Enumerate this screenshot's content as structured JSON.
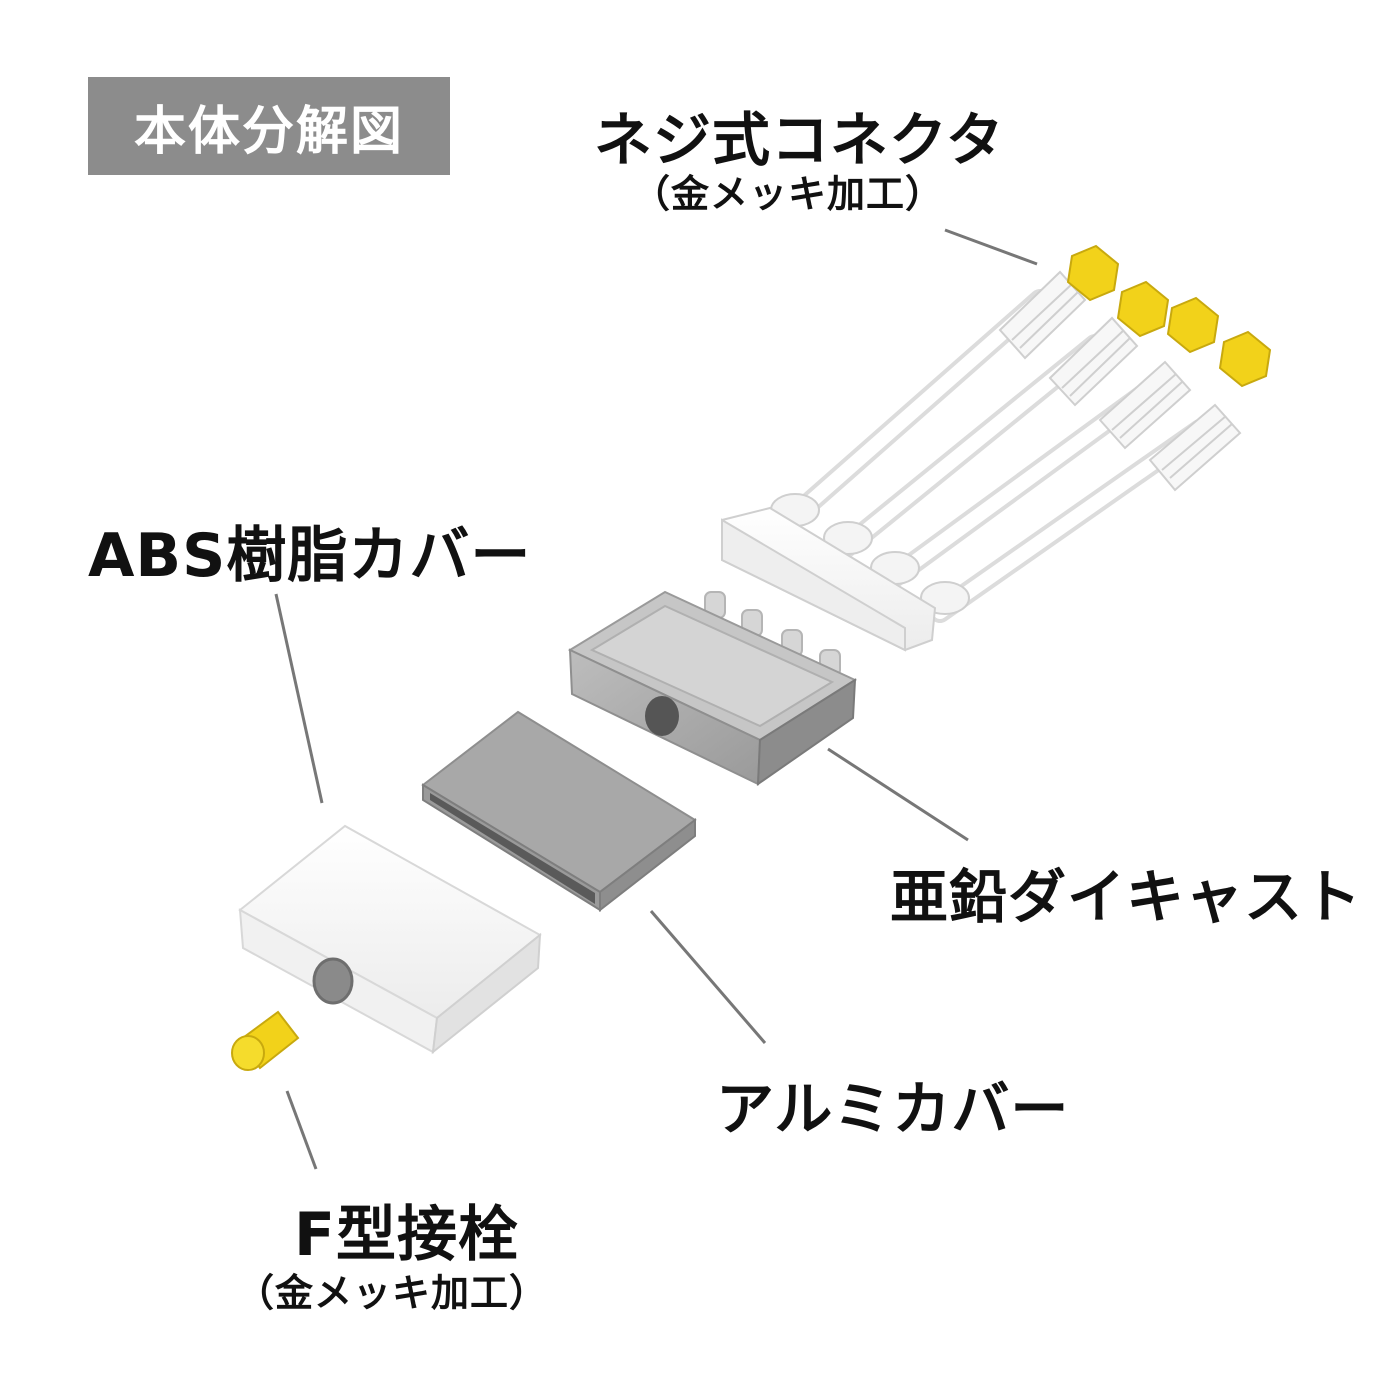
{
  "title": "本体分解図",
  "labels": {
    "screw_connector": "ネジ式コネクタ",
    "screw_connector_note": "（金メッキ加工）",
    "abs_cover": "ABS樹脂カバー",
    "zinc_diecast": "亜鉛ダイキャスト",
    "aluminum_cover": "アルミカバー",
    "f_plug": "F型接栓",
    "f_plug_note": "（金メッキ加工）"
  },
  "colors": {
    "title_bg": "#8c8c8c",
    "gold": "#f2d21a",
    "white_part": "#f4f4f4",
    "gray_part": "#a9a9a9",
    "leader_line": "#777777"
  }
}
